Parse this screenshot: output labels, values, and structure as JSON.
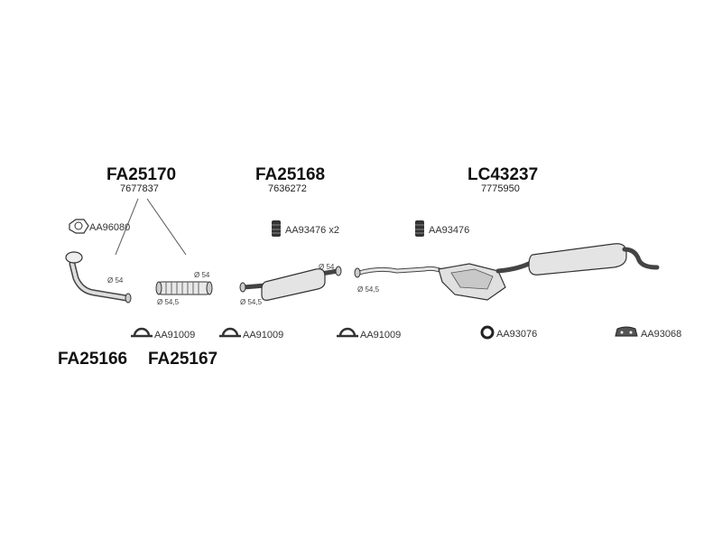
{
  "groups": [
    {
      "title": "FA25170",
      "sub": "7677837"
    },
    {
      "title": "FA25168",
      "sub": "7636272"
    },
    {
      "title": "LC43237",
      "sub": "7775950"
    }
  ],
  "bottom_titles": [
    "FA25166",
    "FA25167"
  ],
  "parts": {
    "aa96080": "AA96080",
    "aa93476x2": "AA93476 x2",
    "aa93476": "AA93476",
    "aa91009": "AA91009",
    "aa93076": "AA93076",
    "aa93068": "AA93068"
  },
  "diameters": {
    "d54": "Ø 54",
    "d545": "Ø 54,5"
  }
}
